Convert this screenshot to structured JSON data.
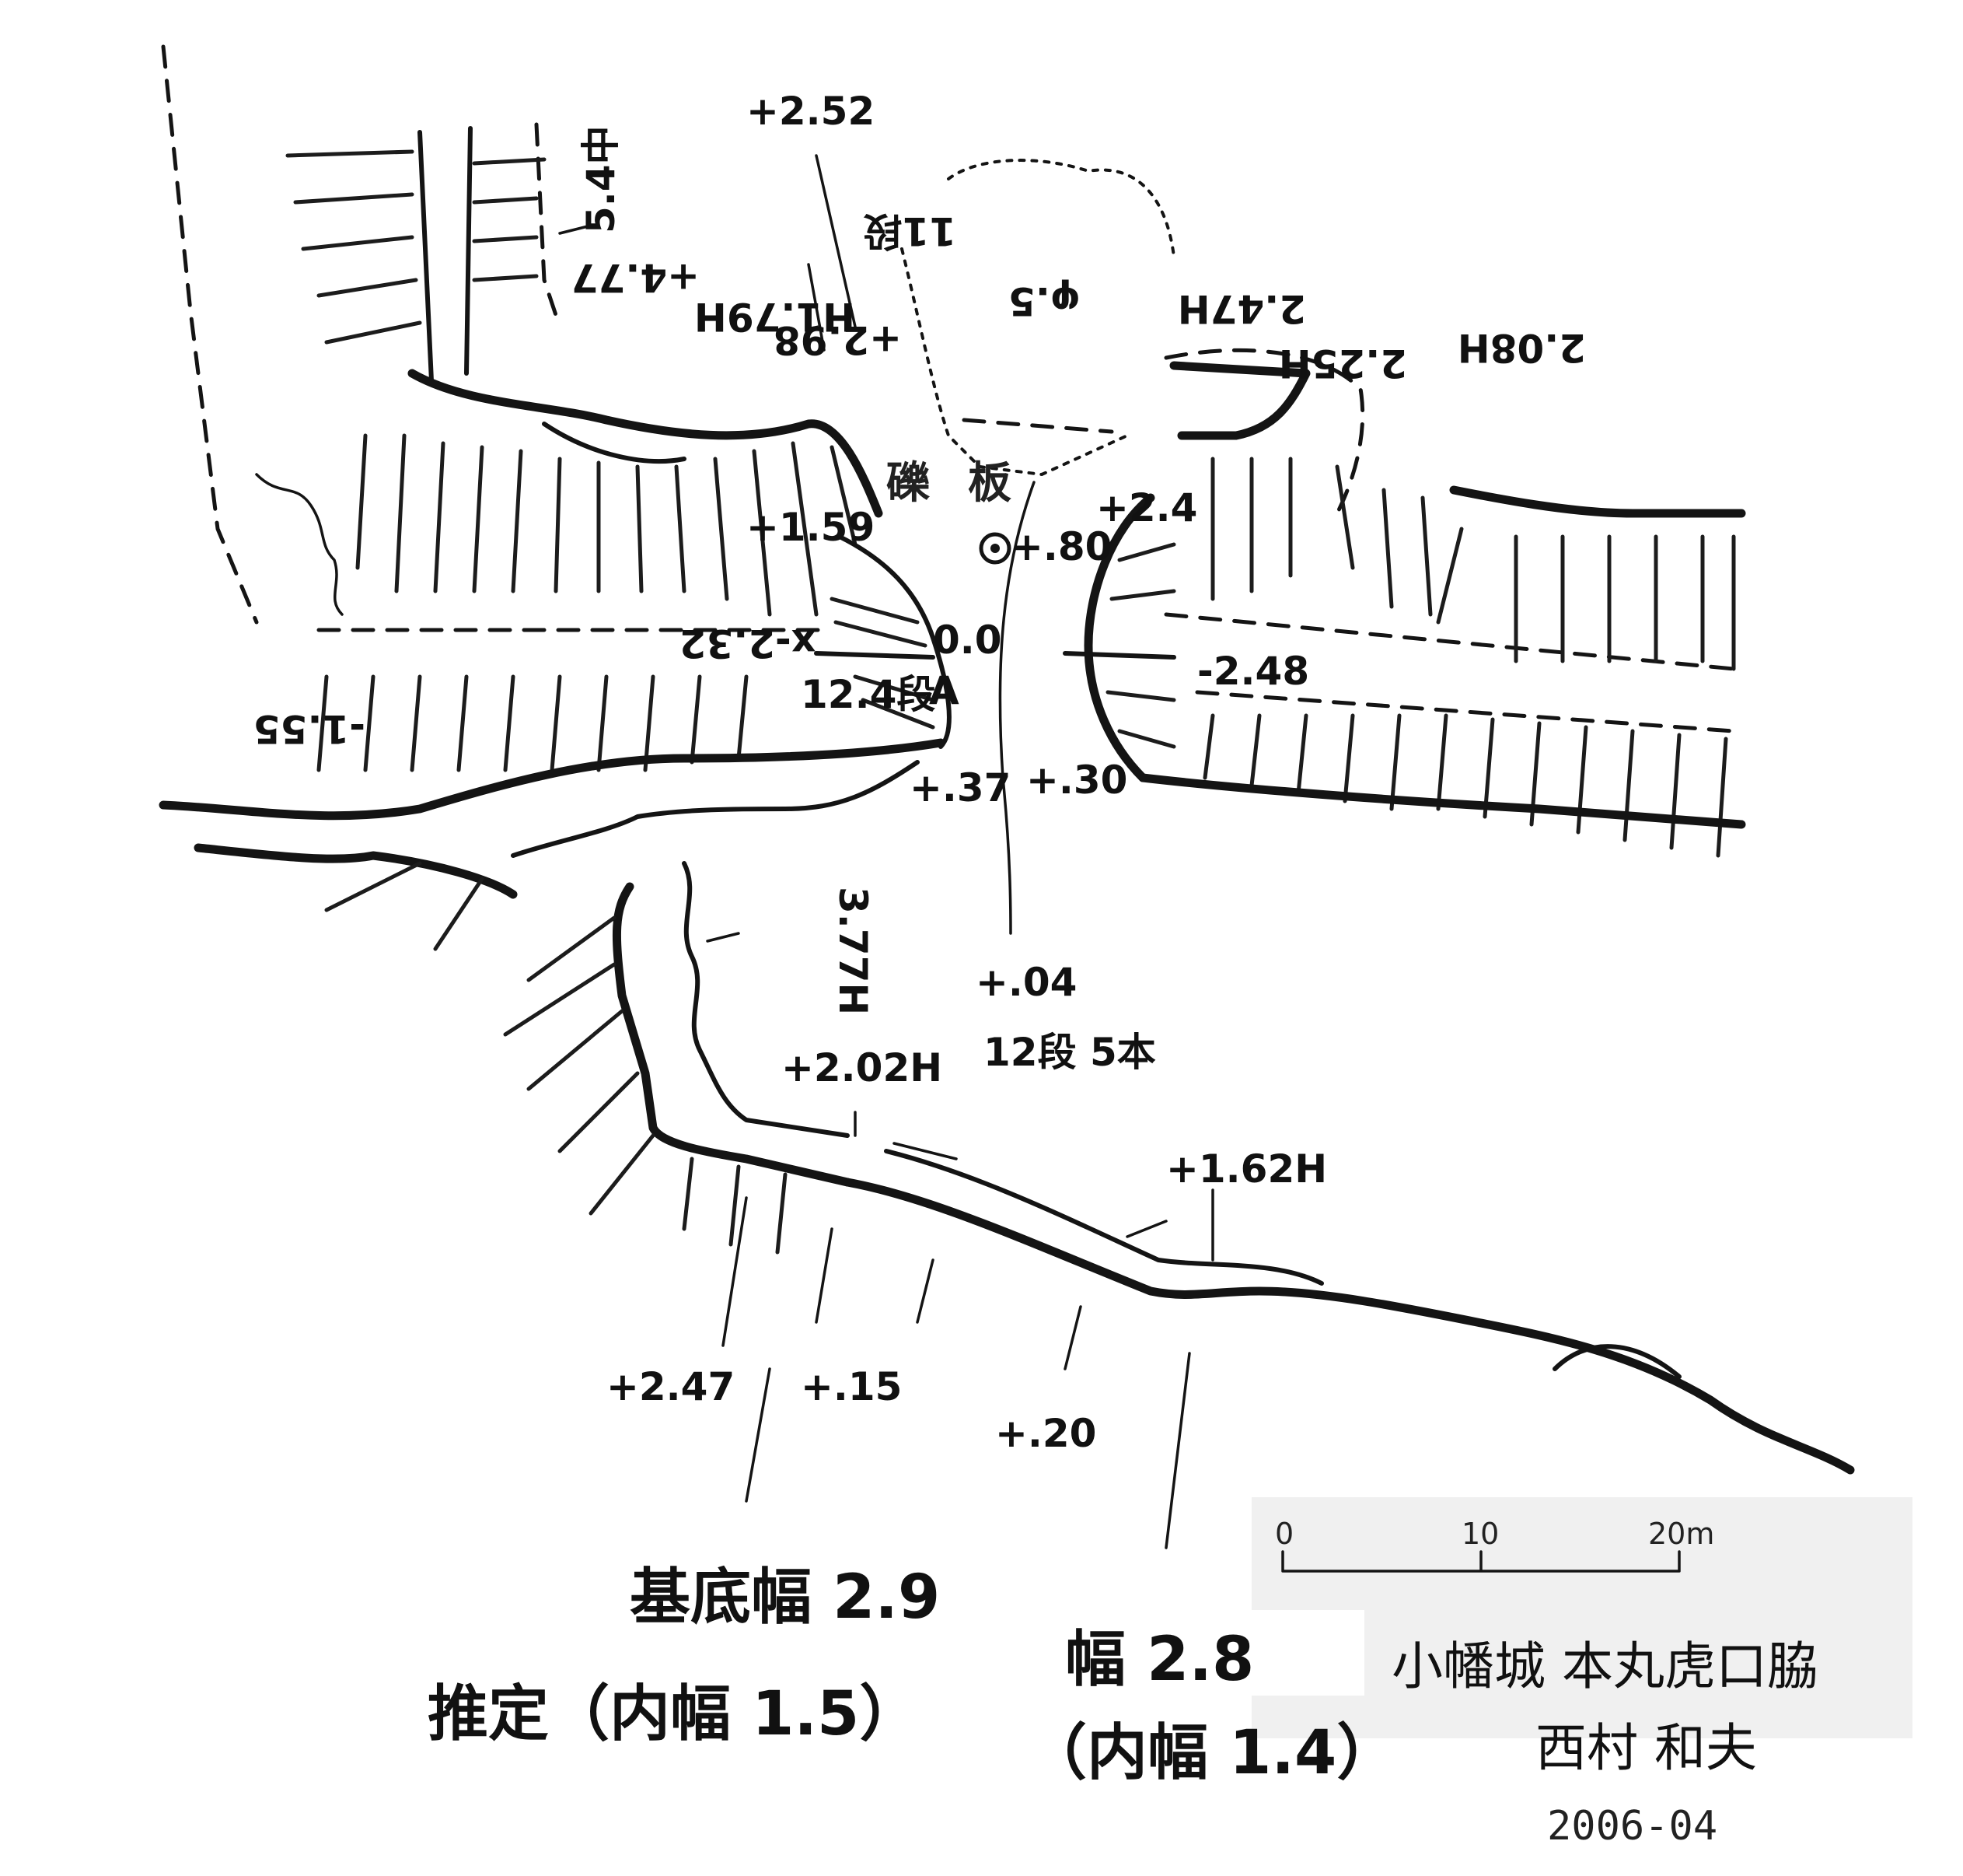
{
  "map": {
    "title": "小幡城 本丸虎口脇",
    "author": "西村 和夫",
    "date": "2006-04",
    "scale_bar": {
      "ticks": [
        "0",
        "10",
        "20m"
      ]
    },
    "area_label_1": "礫",
    "area_label_2": "板",
    "spot_heights": [
      "+2.52",
      "+4.77",
      "H1.79H",
      "11段",
      "5.4中",
      "+2.98",
      "φ.5",
      "2.47H",
      "2.25H",
      "2.08H",
      "+1.59",
      "+.80",
      "+2.4",
      "x-2.32",
      "0.0",
      "12.4段",
      "A",
      "-2.48",
      "-1.55",
      "+.37",
      "+.30",
      "3.77H",
      "+.04",
      "12段 5本",
      "+2.02H",
      "+1.62H",
      "+2.47",
      "+.15",
      "+.20"
    ],
    "notes": {
      "base_width": "基底幅 2.9",
      "estimate": "推定（内幅 1.5）",
      "width": "幅 2.8",
      "inner_width": "（内幅 1.4）"
    }
  }
}
